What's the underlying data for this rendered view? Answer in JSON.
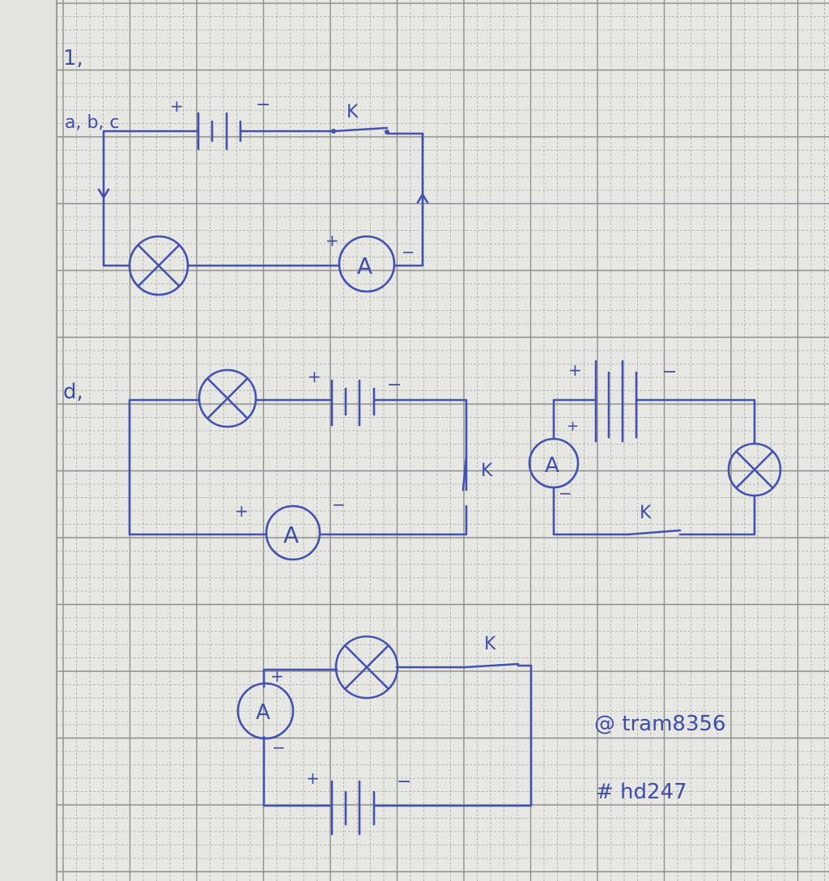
{
  "problem_number": "1,",
  "parts": {
    "abc": "a, b, c",
    "d": "d,"
  },
  "symbols": {
    "switch": "K",
    "ammeter": "A",
    "plus": "+",
    "minus": "−"
  },
  "credits": {
    "author": "@ tram8356",
    "tag": "# hd247"
  },
  "colors": {
    "ink": "#4352b0",
    "paper": "#e7e7e4",
    "grid": "#a9a9a5"
  }
}
